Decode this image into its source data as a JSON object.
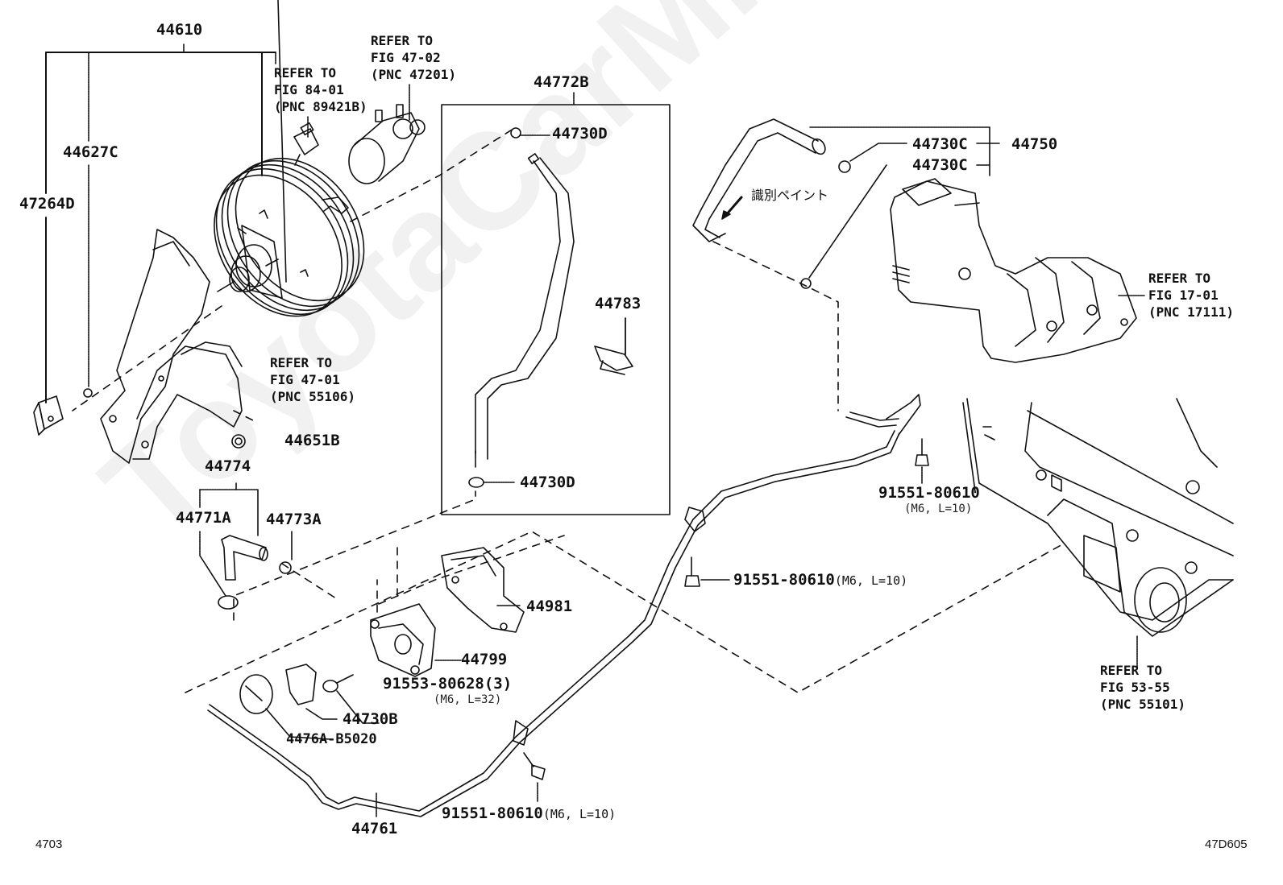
{
  "watermark": "ToyotaCarMine.ru",
  "figure": {
    "left_code": "4703",
    "right_code": "47D605"
  },
  "parts": {
    "p44610": "44610",
    "p44627C": "44627C",
    "p47264D": "47264D",
    "p44651B": "44651B",
    "p44772B": "44772B",
    "p44730D_top": "44730D",
    "p44730D_bottom": "44730D",
    "p44783": "44783",
    "p44730C_a": "44730C",
    "p44730C_b": "44730C",
    "p44750": "44750",
    "p44774": "44774",
    "p44771A": "44771A",
    "p44773A": "44773A",
    "p44981": "44981",
    "p44799": "44799",
    "p44730B": "44730B",
    "p4476A": "4476A-B5020",
    "p44761": "44761",
    "bolt_91553": "91553-80628(3)",
    "bolt_91553_spec": "(M6, L=32)",
    "bolt_91551_right": "91551-80610",
    "bolt_91551_right_spec": "(M6, L=10)",
    "bolt_91551_mid": "91551-80610",
    "bolt_91551_mid_spec": "(M6, L=10)",
    "bolt_91551_bottom": "91551-80610",
    "bolt_91551_bottom_spec": "(M6, L=10)"
  },
  "references": {
    "fig_84_01": "REFER TO\nFIG 84-01\n(PNC 89421B)",
    "fig_47_02": "REFER TO\nFIG 47-02\n(PNC 47201)",
    "fig_47_01": "REFER TO\nFIG 47-01\n(PNC 55106)",
    "fig_17_01": "REFER TO\nFIG 17-01\n(PNC 17111)",
    "fig_53_55": "REFER TO\nFIG 53-55\n(PNC 55101)"
  },
  "annotations": {
    "identification_paint": "識別ペイント"
  }
}
